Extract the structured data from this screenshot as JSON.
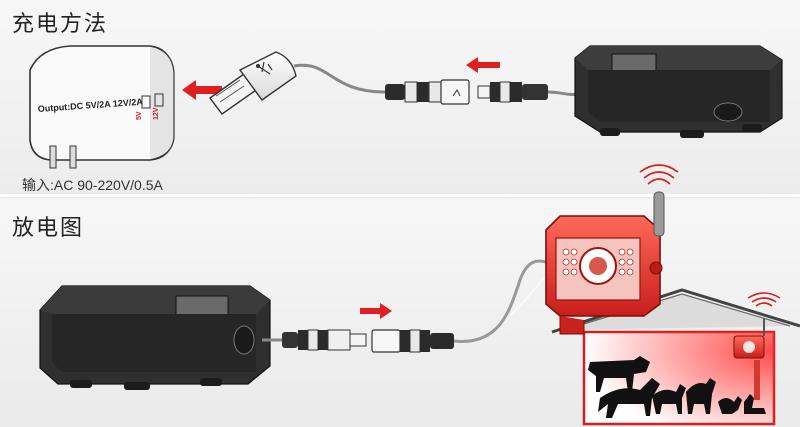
{
  "sections": {
    "charge_title": "充电方法",
    "discharge_title": "放电图"
  },
  "adapter": {
    "output_label": "Output:DC 5V/2A 12V/2A",
    "led_5v": "5V",
    "led_12v": "12V",
    "input_spec": "输入:AC 90-220V/0.5A"
  },
  "colors": {
    "arrow": "#e02020",
    "camera_red": "#e8251f",
    "device_dark": "#2a2a2a"
  },
  "icons": [
    "usb-icon",
    "power-plug-icon",
    "antenna-icon",
    "wifi-signal-icon",
    "arrow-icon"
  ]
}
